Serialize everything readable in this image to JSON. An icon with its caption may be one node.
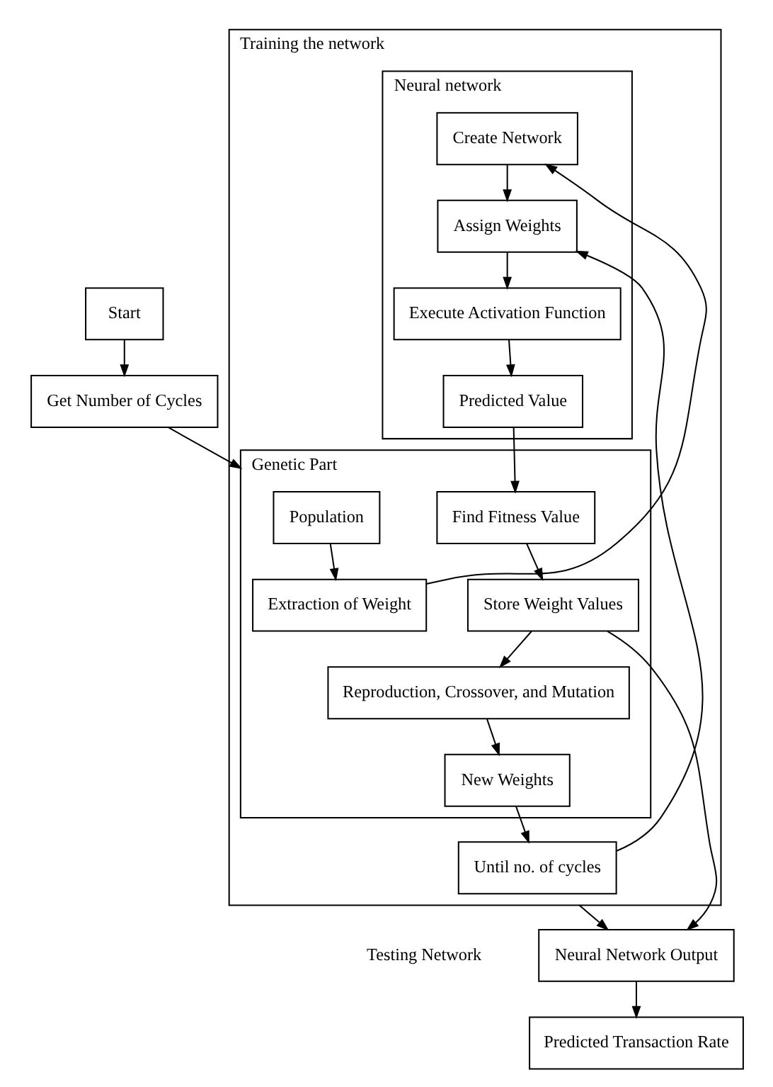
{
  "diagram": {
    "nodes": [
      {
        "text": [
          "Start"
        ]
      },
      {
        "text": [
          "Get Number of Cycles"
        ]
      },
      {
        "text": [
          "Training the network"
        ]
      },
      {
        "text": [
          "Neural network"
        ],
        "in": 2
      },
      {
        "text": [
          "Create Network"
        ],
        "in": 3
      },
      {
        "text": [
          "Assign Weights"
        ],
        "in": 3
      },
      {
        "text": [
          "Execute Activation Function"
        ],
        "in": 3
      },
      {
        "text": [
          "Predicted Value"
        ],
        "in": 3
      },
      {
        "text": [
          "Genetic Part"
        ],
        "in": 2
      },
      {
        "text": [
          "Population"
        ],
        "in": 8
      },
      {
        "text": [
          "Extraction of Weight"
        ],
        "in": 8
      },
      {
        "text": [
          "Find Fitness Value"
        ],
        "in": 8
      },
      {
        "text": [
          "Store Weight Values"
        ],
        "in": 8
      },
      {
        "text": [
          "Reproduction, Crossover, and Mutation"
        ],
        "in": 8
      },
      {
        "text": [
          "New Weights"
        ],
        "in": 8
      },
      {
        "text": [
          "Until no. of cycles"
        ],
        "in": 2
      },
      {
        "text": [
          "Neural Network Output"
        ],
        "beside": [
          "Testing Network"
        ]
      },
      {
        "text": [
          "Predicted Transaction Rate"
        ]
      }
    ],
    "edges": [
      {
        "from": 0,
        "to": 1,
        "arrow": "to"
      },
      {
        "from": 1,
        "to": 8,
        "arrow": "to"
      },
      {
        "from": 9,
        "to": 10,
        "arrow": "to"
      },
      {
        "from": 10,
        "to": 4,
        "arrow": "to"
      },
      {
        "from": 4,
        "to": 5,
        "arrow": "to"
      },
      {
        "from": 5,
        "to": 6,
        "arrow": "to"
      },
      {
        "from": 6,
        "to": 7,
        "arrow": "to"
      },
      {
        "from": 7,
        "to": 11,
        "arrow": "to"
      },
      {
        "from": 11,
        "to": 12,
        "arrow": "to"
      },
      {
        "from": 12,
        "to": 13,
        "arrow": "to"
      },
      {
        "from": 13,
        "to": 14,
        "arrow": "to"
      },
      {
        "from": 14,
        "to": 15,
        "arrow": "to"
      },
      {
        "from": 15,
        "to": 5,
        "arrow": "to"
      },
      {
        "from": 2,
        "to": 16,
        "arrow": "to"
      },
      {
        "from": 12,
        "to": 16,
        "arrow": "to"
      },
      {
        "from": 16,
        "to": 17,
        "arrow": "to"
      }
    ]
  }
}
